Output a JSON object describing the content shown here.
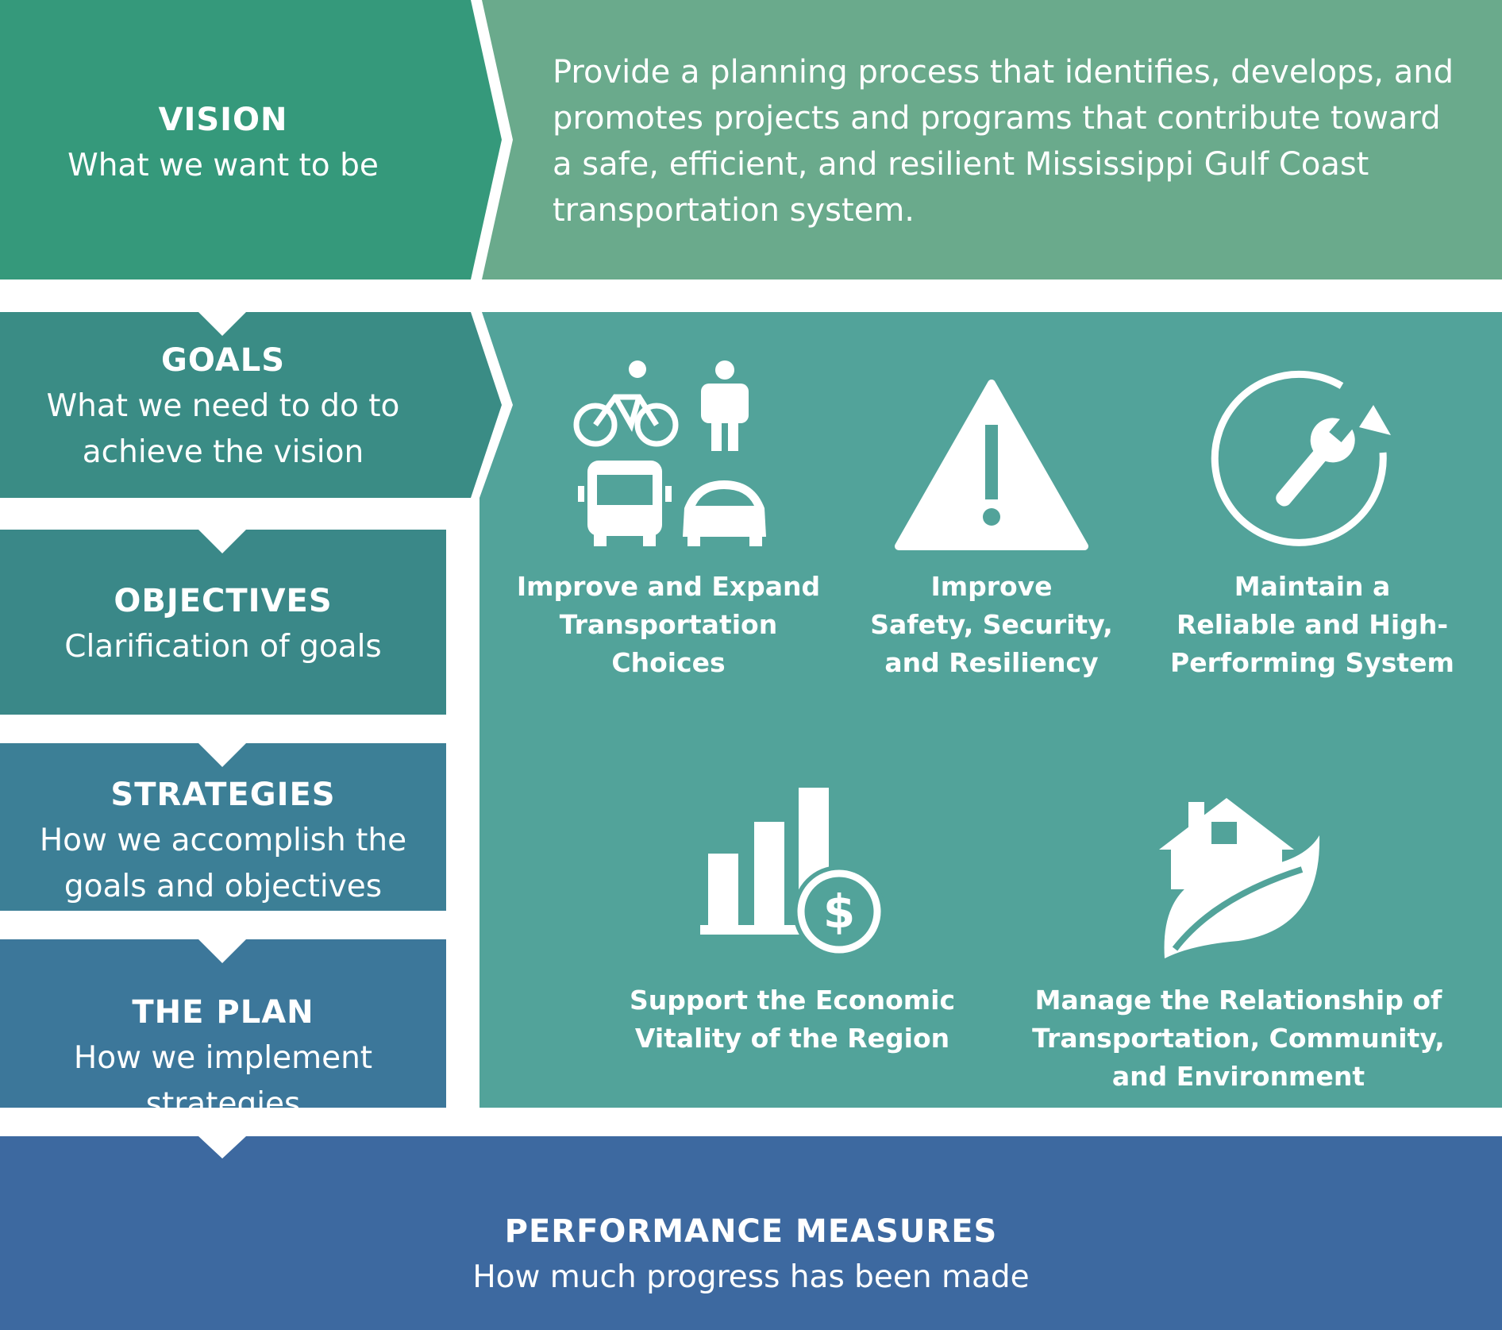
{
  "colors": {
    "vision": "#35997b",
    "vision_panel": "#6aaa8c",
    "goals": "#3a8c85",
    "goals_panel": "#52a39a",
    "objectives": "#3a8888",
    "strategies": "#3c7f96",
    "plan": "#3c779a",
    "performance": "#3d69a0"
  },
  "vision": {
    "title": "VISION",
    "subtitle": "What we want to be",
    "statement": [
      "Provide a planning process that identifies, develops, and",
      "promotes projects and programs that contribute toward",
      "a safe, efficient, and resilient Mississippi Gulf Coast",
      "transportation system."
    ]
  },
  "goals": {
    "title": "GOALS",
    "subtitle": [
      "What we need to do to",
      "achieve the vision"
    ],
    "items": [
      {
        "icon": "transportation-choices-icon",
        "label": [
          "Improve and Expand",
          "Transportation",
          "Choices"
        ]
      },
      {
        "icon": "warning-icon",
        "label": [
          "Improve",
          "Safety, Security,",
          "and Resiliency"
        ]
      },
      {
        "icon": "maintenance-wrench-icon",
        "label": [
          "Maintain a",
          "Reliable and High-",
          "Performing System"
        ]
      },
      {
        "icon": "economic-chart-dollar-icon",
        "label": [
          "Support the Economic",
          "Vitality of the Region"
        ]
      },
      {
        "icon": "house-leaf-icon",
        "label": [
          "Manage the Relationship of",
          "Transportation, Community,",
          "and Environment"
        ]
      }
    ]
  },
  "objectives": {
    "title": "OBJECTIVES",
    "subtitle": [
      "Clarification of goals"
    ]
  },
  "strategies": {
    "title": "STRATEGIES",
    "subtitle": [
      "How we accomplish the",
      "goals and objectives"
    ]
  },
  "plan": {
    "title": "THE PLAN",
    "subtitle": [
      "How we implement",
      "strategies"
    ]
  },
  "performance": {
    "title": "PERFORMANCE MEASURES",
    "subtitle": "How much progress has been made"
  }
}
